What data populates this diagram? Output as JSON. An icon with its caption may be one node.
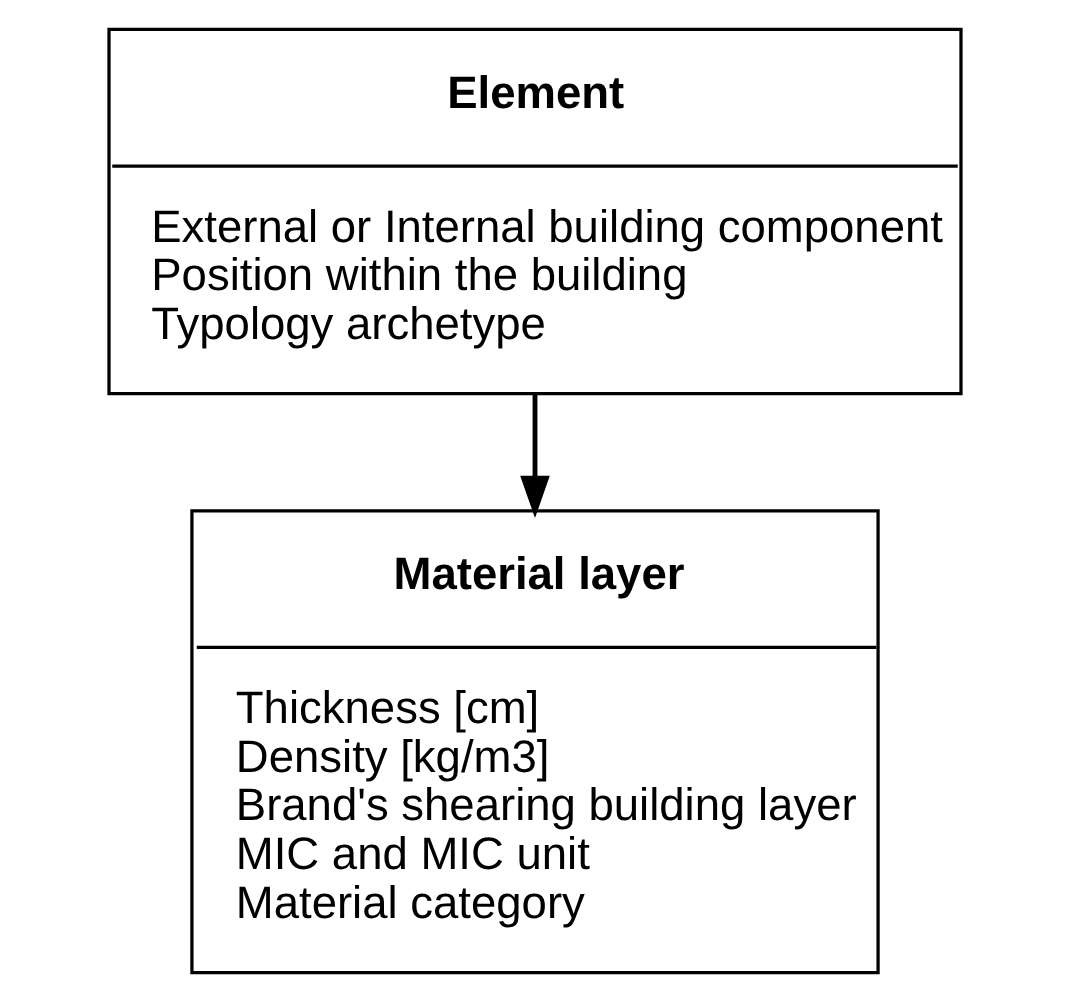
{
  "diagram": {
    "nodes": [
      {
        "text": [
          "Element",
          "External or Internal building component",
          "Position within the building",
          "Typology archetype"
        ]
      },
      {
        "text": [
          "Material layer",
          "Thickness [cm]",
          "Density [kg/m3]",
          "Brand's shearing building layer",
          "MIC and MIC unit",
          "Material category"
        ]
      }
    ],
    "edges": [
      {
        "from": 0,
        "to": 1,
        "arrow": "to"
      }
    ]
  }
}
